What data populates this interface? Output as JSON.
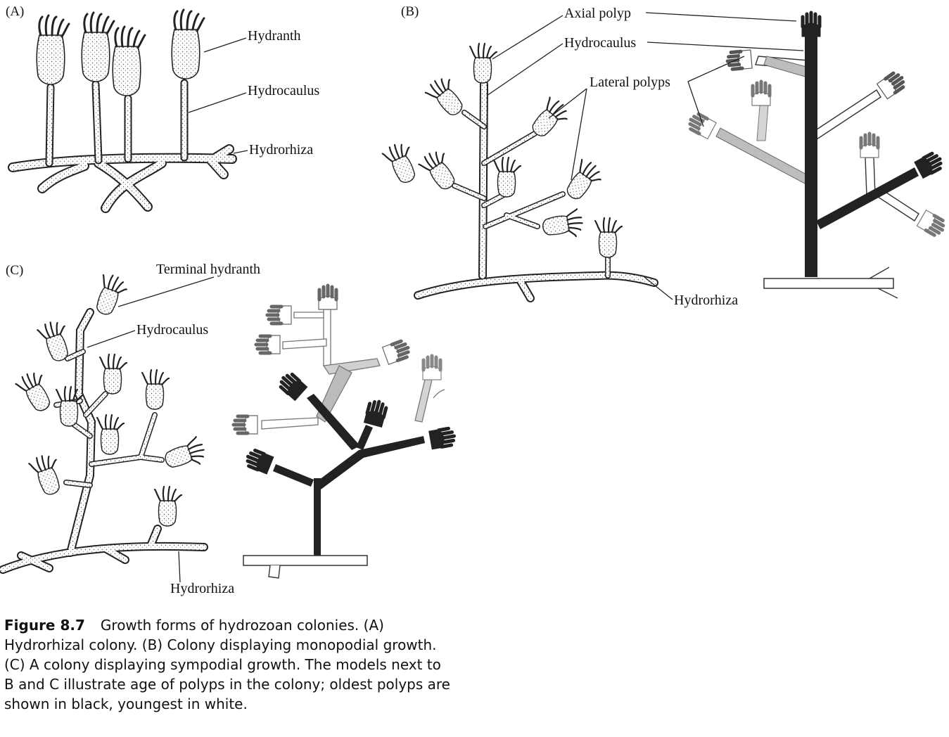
{
  "panels": {
    "a": {
      "letter": "(A)",
      "labels": {
        "hydranth": "Hydranth",
        "hydrocaulus": "Hydrocaulus",
        "hydrorhiza": "Hydrorhiza"
      }
    },
    "b": {
      "letter": "(B)",
      "labels": {
        "axial_polyp": "Axial polyp",
        "hydrocaulus": "Hydrocaulus",
        "lateral_polyps": "Lateral polyps",
        "hydrorhiza": "Hydrorhiza"
      }
    },
    "c": {
      "letter": "(C)",
      "labels": {
        "terminal_hydranth": "Terminal hydranth",
        "hydrocaulus": "Hydrocaulus",
        "hydrorhiza": "Hydrorhiza"
      }
    }
  },
  "model_colors": {
    "oldest": "#222222",
    "middle": "#9a9a9a",
    "youngest": "#ffffff"
  },
  "caption": {
    "figure_number": "Figure 8.7",
    "text": "Growth forms of hydrozoan colonies. (A) Hydrorhizal colony. (B) Colony displaying monopodial growth. (C) A colony displaying sympodial growth. The models next to B and C illustrate age of polyps in the colony; oldest polyps are shown in black, youngest in white."
  }
}
